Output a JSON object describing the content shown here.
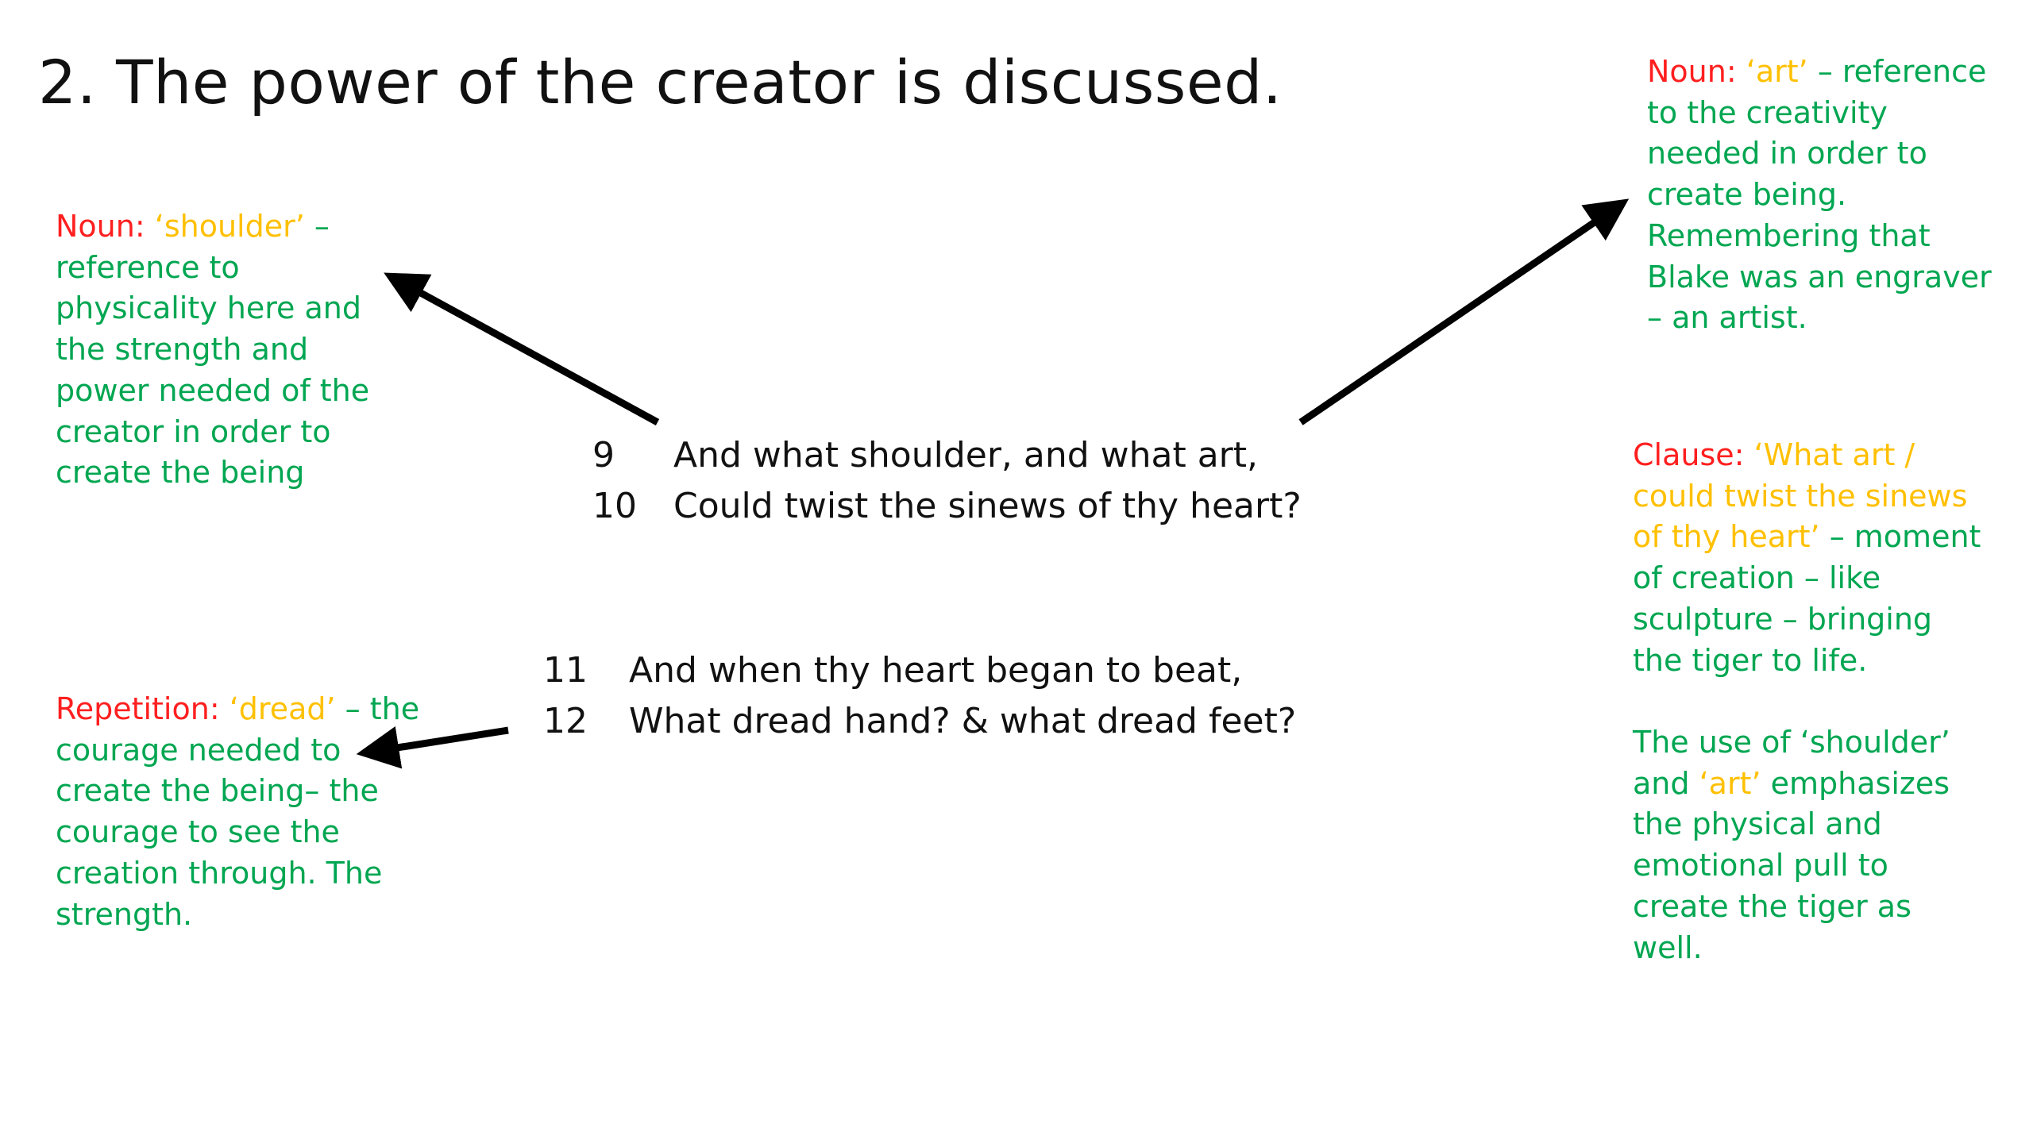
{
  "slide": {
    "title": "2. The power of the creator is discussed."
  },
  "poem": {
    "stanza1": [
      {
        "num": "9",
        "text": "And what shoulder, and what art,"
      },
      {
        "num": "10",
        "text": "Could twist the sinews of thy heart?"
      }
    ],
    "stanza2": [
      {
        "num": "11",
        "text": "And when thy heart began to beat,"
      },
      {
        "num": "12",
        "text": "What dread hand? & what dread feet?"
      }
    ]
  },
  "annotations": {
    "shoulder": {
      "label": "Noun:",
      "quote": "‘shoulder’",
      "lines": [
        "–",
        "reference to",
        "physicality here and",
        "the strength and",
        "power needed of the",
        "creator in order to",
        "create the being"
      ]
    },
    "art": {
      "label": "Noun:",
      "quote": "‘art’",
      "lines": [
        "– reference",
        "to the creativity",
        "needed in order to",
        "create being.",
        "Remembering that",
        "Blake was an engraver",
        "– an artist."
      ]
    },
    "dread": {
      "label": "Repetition:",
      "quote": "‘dread’",
      "lines": [
        "– the",
        "courage needed to",
        "create the being– the",
        "courage to see the",
        "creation through.  The",
        "strength."
      ]
    },
    "clause": {
      "label": "Clause:",
      "quote_lines": [
        "‘What art /",
        "could twist the sinews",
        "of thy heart’"
      ],
      "lines": [
        "– moment",
        "of creation – like",
        "sculpture – bringing",
        "the tiger to life."
      ]
    },
    "emphasis": {
      "intro": "The use of ‘shoulder’",
      "and_word": "and",
      "quote": "‘art’",
      "lines": [
        "emphasizes",
        "the physical and",
        "emotional pull to",
        "create the tiger as",
        "well."
      ]
    }
  },
  "colors": {
    "label": "#ff1f1f",
    "quote": "#ffc000",
    "commentary": "#00a651",
    "text": "#111111"
  }
}
